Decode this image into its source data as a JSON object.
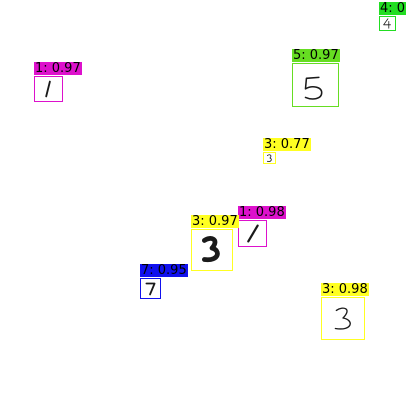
{
  "detections": [
    {
      "id": "d4",
      "label": "4: 0",
      "color": "#22dd22"
    },
    {
      "id": "d5",
      "label": "5: 0.97",
      "color": "#66dd22"
    },
    {
      "id": "d1a",
      "label": "1: 0.97",
      "color": "#dd11cc"
    },
    {
      "id": "d3a",
      "label": "3: 0.77",
      "color": "#ffff22"
    },
    {
      "id": "d1b",
      "label": "1: 0.98",
      "color": "#dd11cc"
    },
    {
      "id": "d3b",
      "label": "3: 0.97",
      "color": "#ffff22"
    },
    {
      "id": "d7",
      "label": "7: 0.95",
      "color": "#1111ee"
    },
    {
      "id": "d3c",
      "label": "3: 0.98",
      "color": "#ffff22"
    }
  ]
}
